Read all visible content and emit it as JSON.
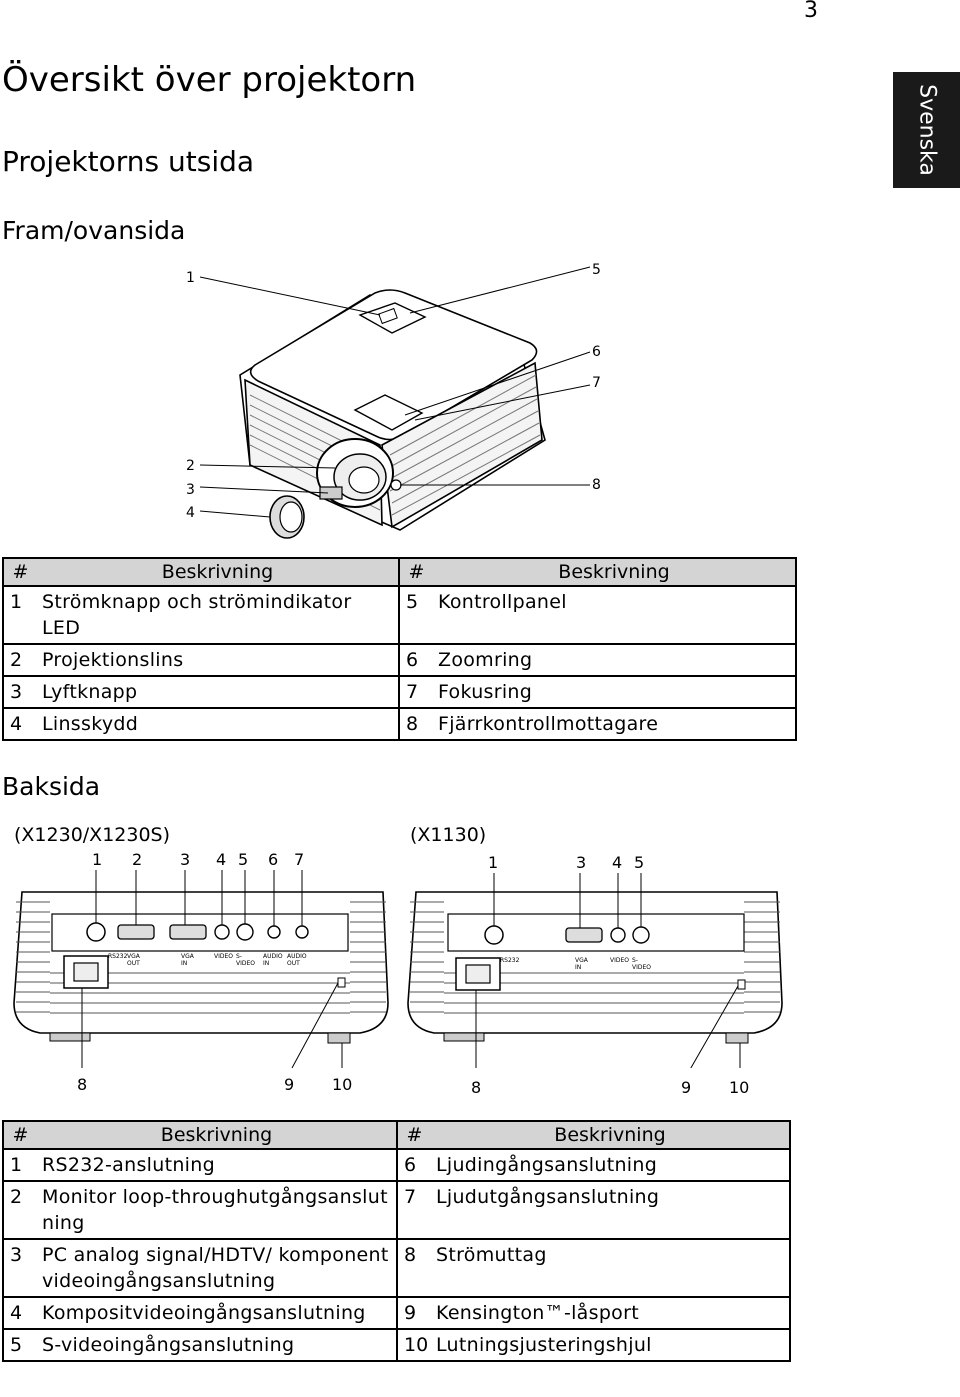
{
  "page_number": "3",
  "language_tab": "Svenska",
  "title": "Översikt över projektorn",
  "subtitle": "Projektorns utsida",
  "front_section": {
    "heading": "Fram/ovansida",
    "callouts": [
      "1",
      "5",
      "6",
      "7",
      "2",
      "3",
      "4",
      "8"
    ]
  },
  "table1": {
    "headers": [
      "#",
      "Beskrivning",
      "#",
      "Beskrivning"
    ],
    "rows": [
      [
        "1",
        "Strömknapp och strömindikator LED",
        "5",
        "Kontrollpanel"
      ],
      [
        "2",
        "Projektionslins",
        "6",
        "Zoomring"
      ],
      [
        "3",
        "Lyftknapp",
        "7",
        "Fokusring"
      ],
      [
        "4",
        "Linsskydd",
        "8",
        "Fjärrkontrollmottagare"
      ]
    ]
  },
  "rear_section": {
    "heading": "Baksida",
    "model_left": "(X1230/X1230S)",
    "model_right": "(X1130)",
    "left_top_callouts": [
      "1",
      "2",
      "3",
      "4",
      "5",
      "6",
      "7"
    ],
    "right_top_callouts": [
      "1",
      "3",
      "4",
      "5"
    ],
    "left_bottom_callouts": [
      "8",
      "9",
      "10"
    ],
    "right_bottom_callouts": [
      "8",
      "9",
      "10"
    ],
    "left_port_labels": [
      "RS232",
      "VGA OUT",
      "VGA IN",
      "VIDEO",
      "S-VIDEO",
      "AUDIO IN",
      "AUDIO OUT"
    ],
    "right_port_labels": [
      "RS232",
      "VGA IN",
      "VIDEO",
      "S-VIDEO"
    ]
  },
  "table2": {
    "headers": [
      "#",
      "Beskrivning",
      "#",
      "Beskrivning"
    ],
    "rows": [
      [
        "1",
        "RS232-anslutning",
        "6",
        "Ljudingångsanslutning"
      ],
      [
        "2",
        "Monitor loop-throughutgångsanslutning",
        "7",
        "Ljudutgångsanslutning"
      ],
      [
        "3",
        "PC analog signal/HDTV/ komponentvideoingångsanslutning",
        "8",
        "Strömuttag"
      ],
      [
        "4",
        "Kompositvideoingångsanslutning",
        "9",
        "Kensington™-låsport"
      ],
      [
        "5",
        "S-videoingångsanslutning",
        "10",
        "Lutningsjusteringshjul"
      ]
    ]
  }
}
